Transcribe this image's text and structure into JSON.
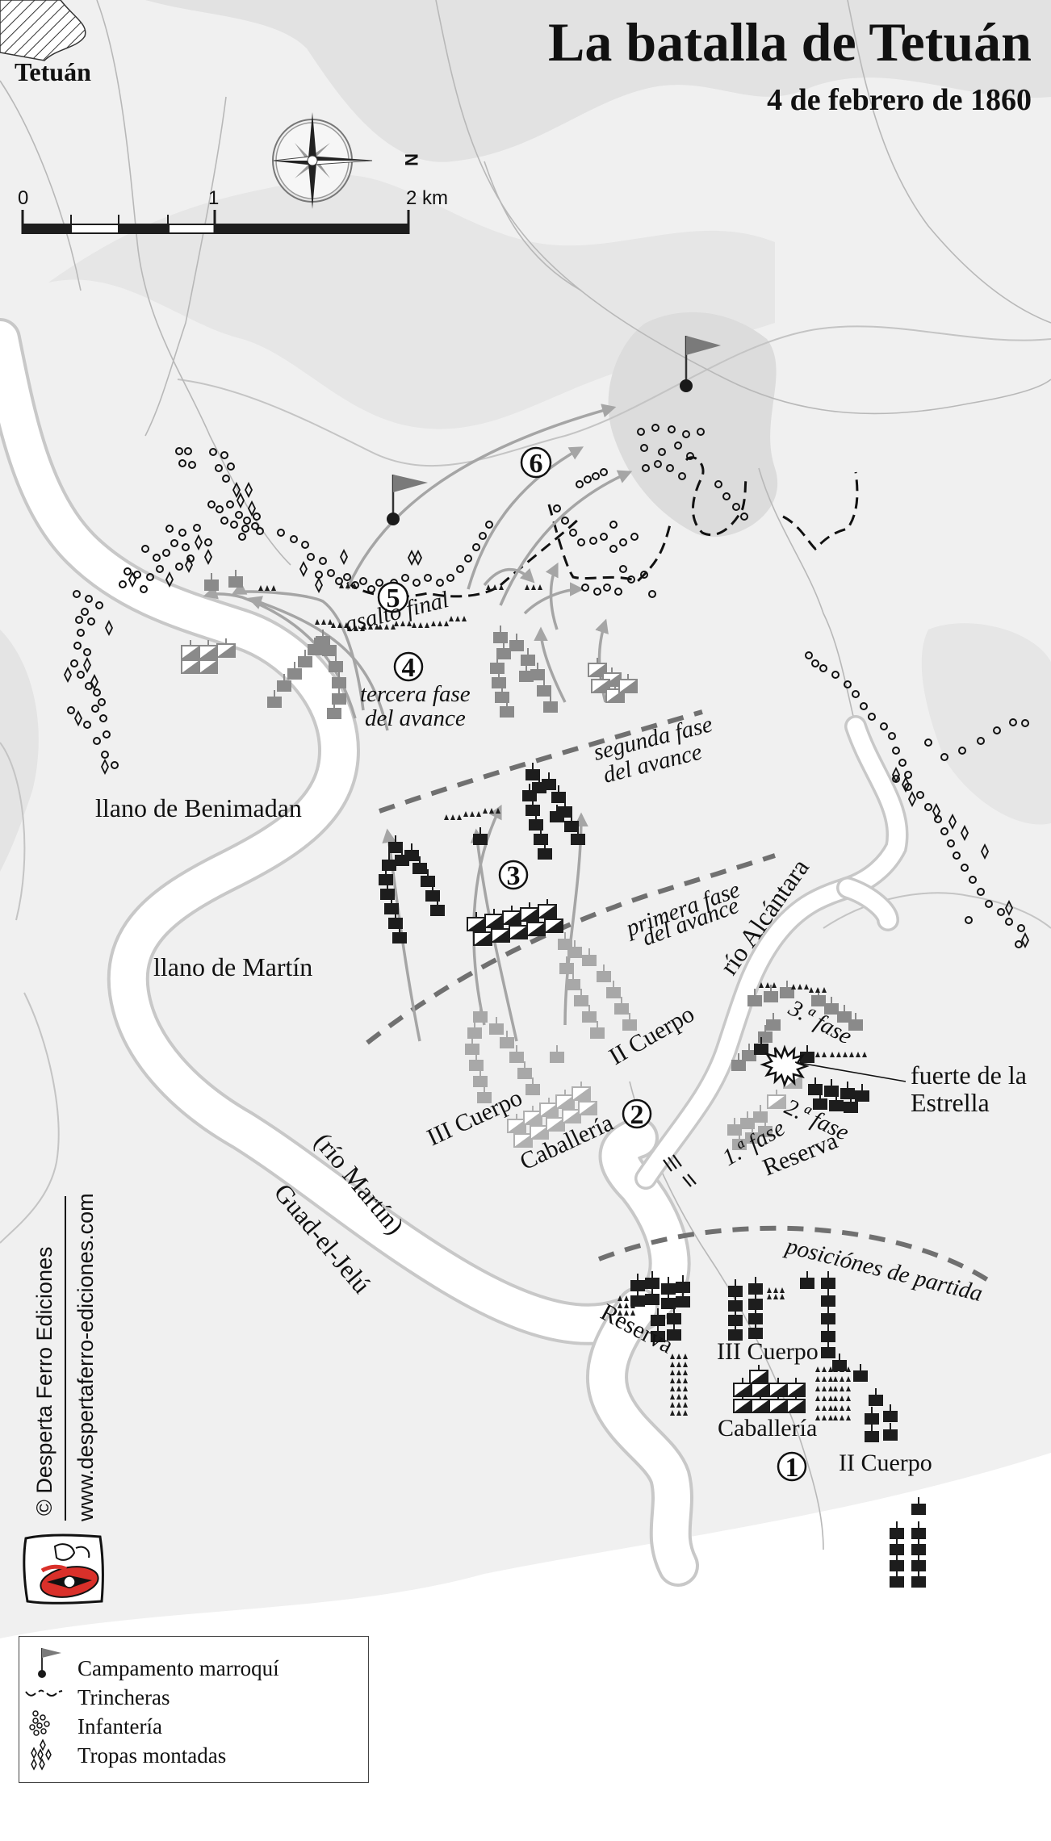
{
  "header": {
    "title": "La batalla de Tetuán",
    "subtitle": "4 de febrero de 1860"
  },
  "town_label": "Tetuán",
  "compass": {
    "north_label": "N",
    "icon": "compass-rose-icon"
  },
  "scale_bar": {
    "ticks": [
      "0",
      "1",
      "2 km"
    ],
    "unit": "km"
  },
  "place_labels": {
    "llano_benimadan": "llano de Benimadan",
    "llano_martin": "llano de Martín",
    "rio_alcantara": "río Alcántara",
    "rio_martin": "(río Martín)",
    "guad_el_jelu": "Guad-el-Jelú",
    "fuerte_line1": "fuerte de la",
    "fuerte_line2": "Estrella"
  },
  "phase_labels": {
    "asalto_final": "asalto final",
    "tercera_1": "tercera fase",
    "tercera_2": "del avance",
    "segunda_1": "segunda fase",
    "segunda_2": "del avance",
    "primera_1": "primera fase",
    "primera_2": "del avance",
    "posiciones": "posiciónes de partida",
    "fase_1": "1.ª fase",
    "fase_2": "2.ª fase",
    "fase_3": "3.ª fase"
  },
  "unit_labels": {
    "ii_cuerpo_mid": "II Cuerpo",
    "iii_cuerpo_mid": "III Cuerpo",
    "caballeria_mid": "Caballería",
    "reserva_mid": "Reserva",
    "reserva_start": "Reserva",
    "iii_cuerpo_start": "III Cuerpo",
    "caballeria_start": "Caballería",
    "ii_cuerpo_start": "II Cuerpo"
  },
  "step_markers": [
    "1",
    "2",
    "3",
    "4",
    "5",
    "6"
  ],
  "legend": {
    "items": [
      {
        "icon": "flag-camp-icon",
        "label": "Campamento marroquí"
      },
      {
        "icon": "trench-line-icon",
        "label": "Trincheras"
      },
      {
        "icon": "infantry-circles-icon",
        "label": "Infantería"
      },
      {
        "icon": "mounted-diamonds-icon",
        "label": "Tropas montadas"
      }
    ]
  },
  "credits": {
    "publisher": "© Desperta Ferro Ediciones",
    "url": "www.despertaferro-ediciones.com"
  },
  "colors": {
    "background": "#f0f0f0",
    "hills": "#e2e2e2",
    "river": "#ffffff",
    "spanish_final": "#1d1d1d",
    "spanish_mid": "#8a8a8a",
    "phase_line": "#707070",
    "logo_red": "#d9302a"
  }
}
